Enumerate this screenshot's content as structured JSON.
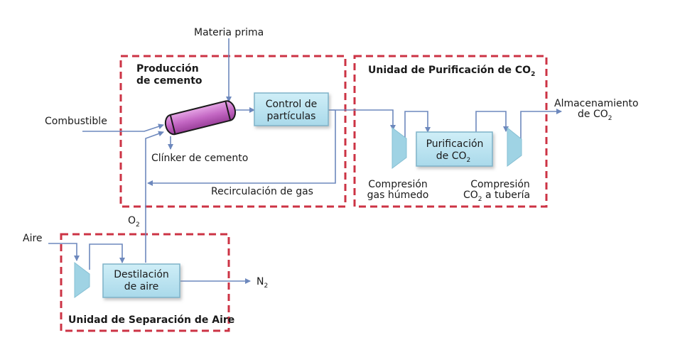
{
  "units": {
    "cement": {
      "title_line1": "Producción",
      "title_line2": "de cemento"
    },
    "co2_purification": {
      "title": "Unidad de Purificación de CO",
      "title_sub": "2"
    },
    "air_separation": {
      "title": "Unidad de Separación de Aire"
    }
  },
  "processes": {
    "particle_control": {
      "line1": "Control de",
      "line2": "partículas"
    },
    "co2_purification": {
      "line1": "Purificación",
      "line2": "de CO",
      "line2_sub": "2"
    },
    "air_distillation": {
      "line1": "Destilación",
      "line2": "de aire"
    }
  },
  "labels": {
    "raw_material": "Materia prima",
    "fuel": "Combustible",
    "clinker": "Clínker de cemento",
    "gas_recirculation": "Recirculación de gas",
    "o2": "O",
    "o2_sub": "2",
    "air": "Aire",
    "n2": "N",
    "n2_sub": "2",
    "storage_line1": "Almacenamiento",
    "storage_line2": "de CO",
    "storage_sub": "2",
    "wet_gas_compression_line1": "Compresión",
    "wet_gas_compression_line2": "gas húmedo",
    "pipeline_compression_line1": "Compresión",
    "pipeline_compression_line2_a": "CO",
    "pipeline_compression_line2_sub": "2",
    "pipeline_compression_line2_b": " a tubería"
  },
  "colors": {
    "unit_border": "#cc3344",
    "flow_line": "#6d88bd",
    "process_fill": "#b9e2ef",
    "compressor_fill": "#9fd3e4",
    "kiln_fill": "#c86bc8"
  }
}
